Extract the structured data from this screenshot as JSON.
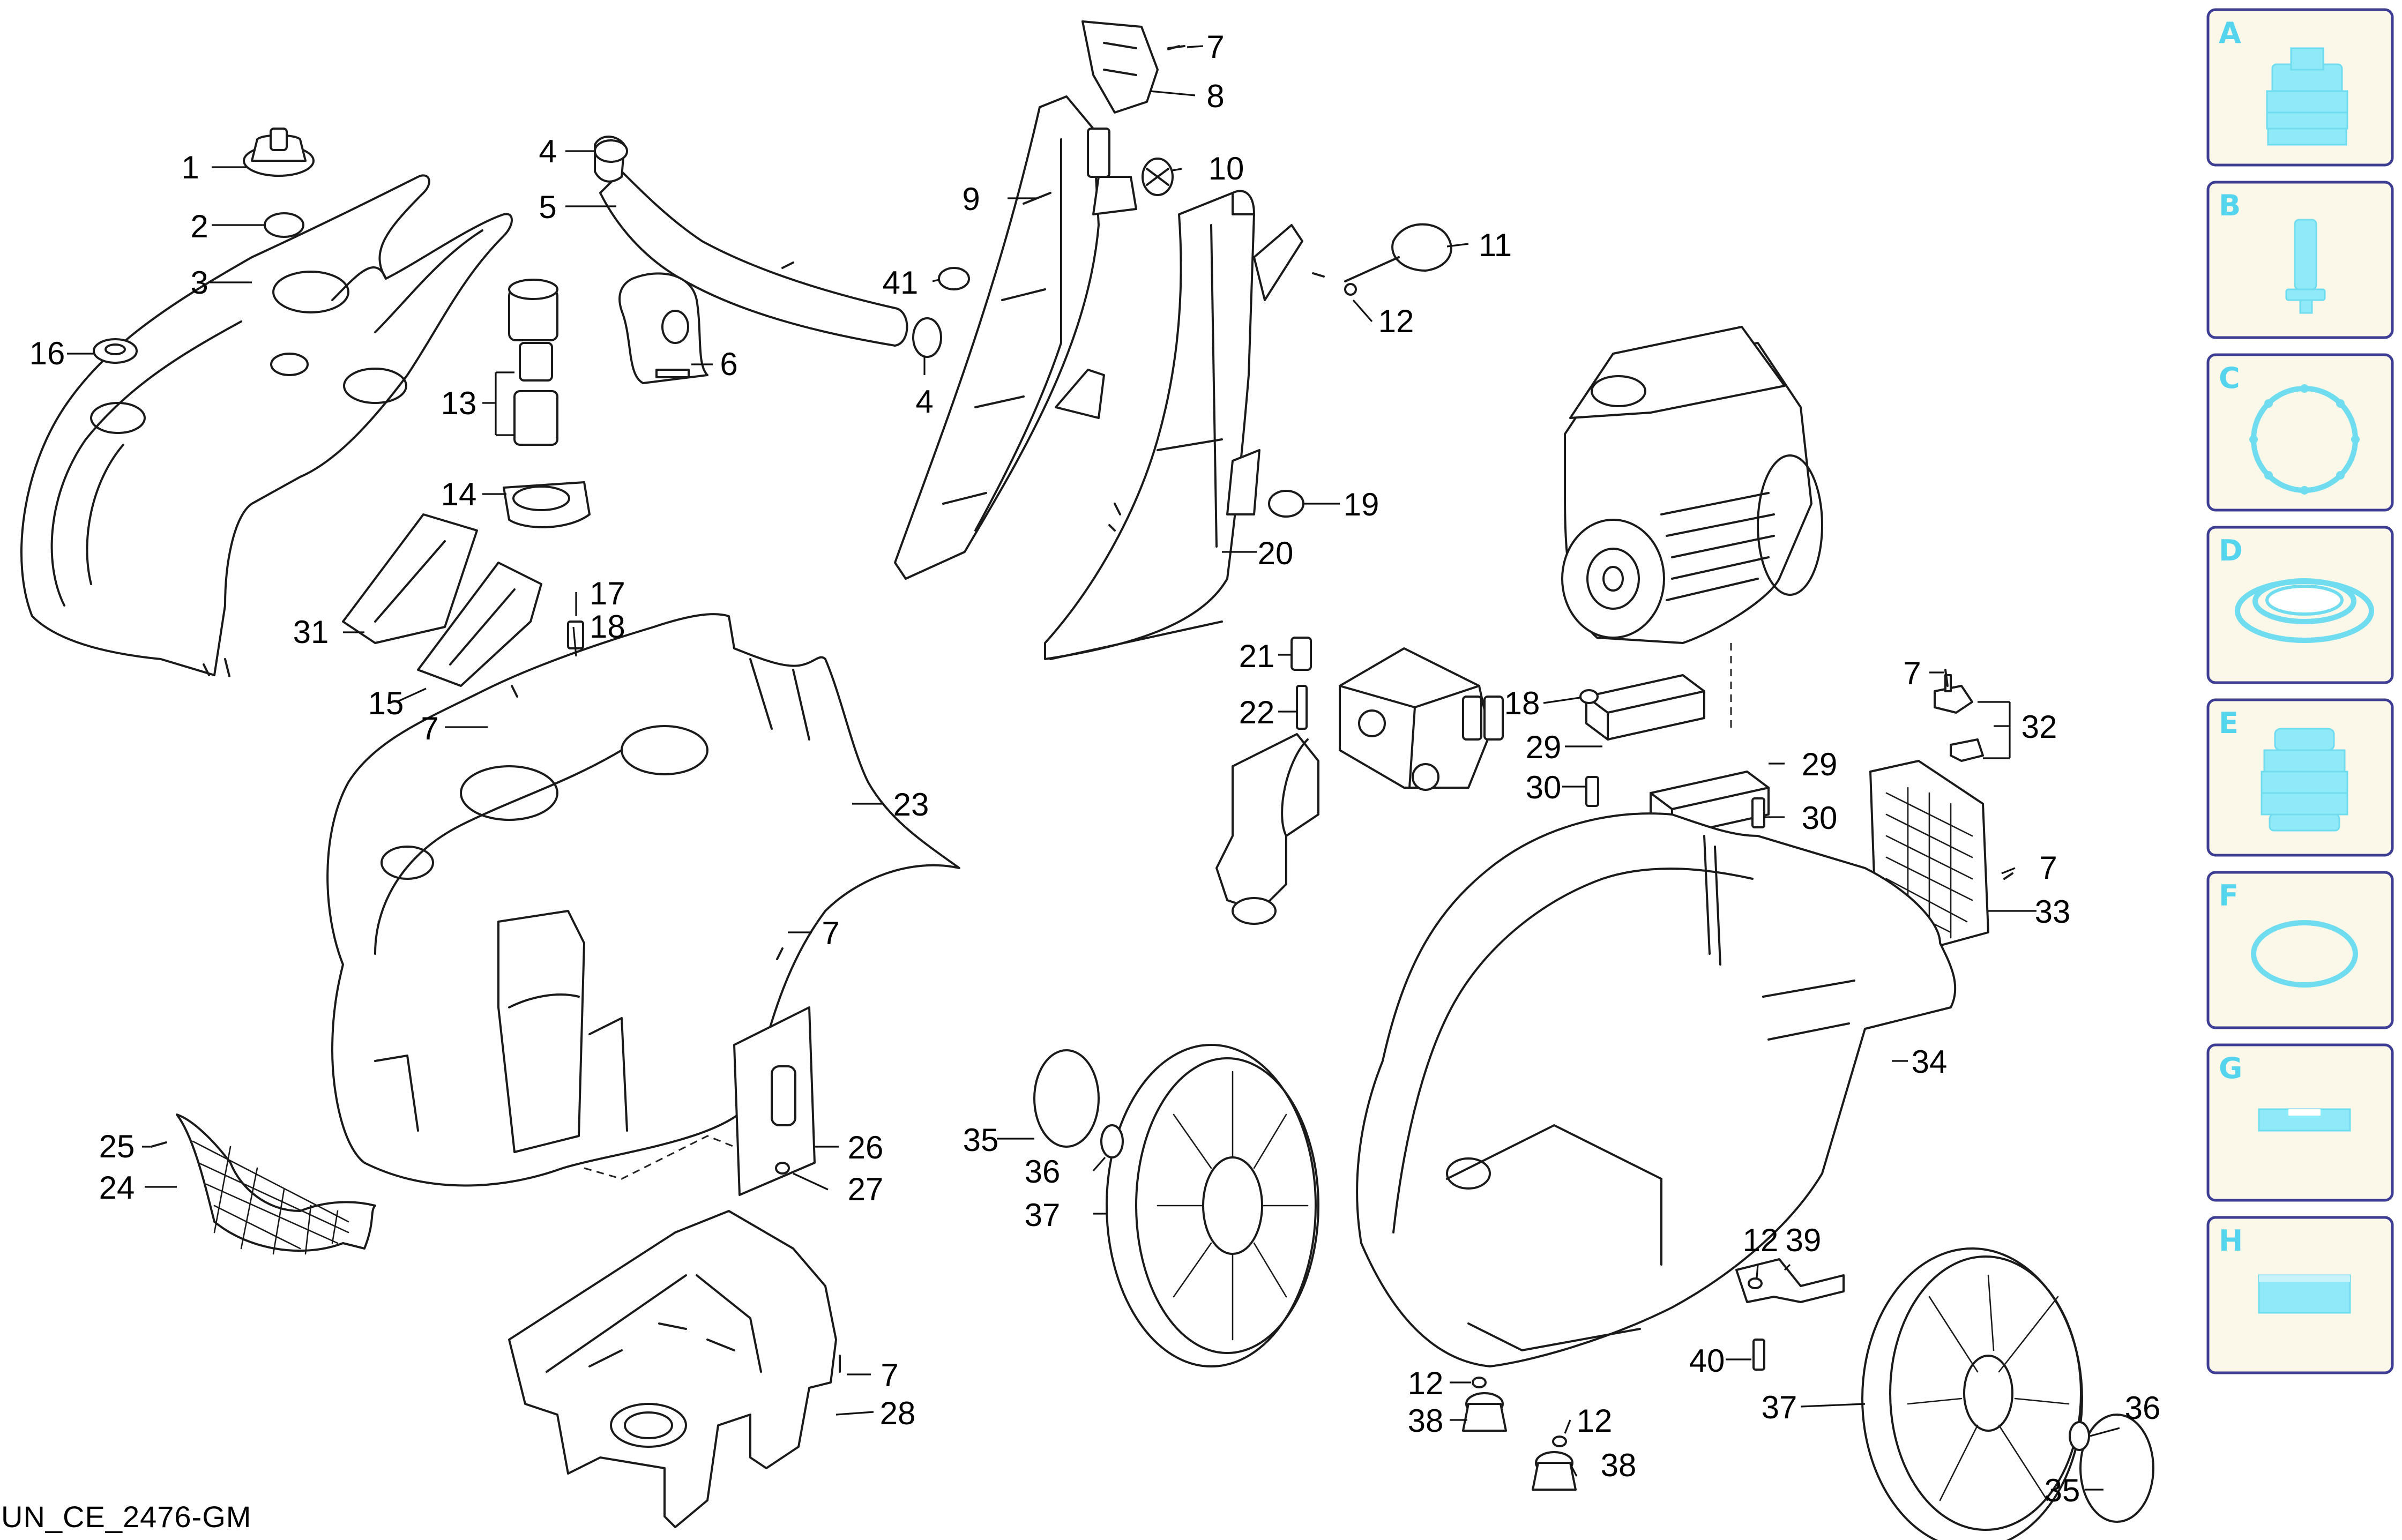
{
  "drawing_code": "UN_CE_2476-GM",
  "callouts": [
    {
      "id": "c1",
      "label": "1"
    },
    {
      "id": "c2",
      "label": "2"
    },
    {
      "id": "c3",
      "label": "3"
    },
    {
      "id": "c16",
      "label": "16"
    },
    {
      "id": "c4a",
      "label": "4"
    },
    {
      "id": "c5",
      "label": "5"
    },
    {
      "id": "c6",
      "label": "6"
    },
    {
      "id": "c4b",
      "label": "4"
    },
    {
      "id": "c13",
      "label": "13"
    },
    {
      "id": "c14",
      "label": "14"
    },
    {
      "id": "c17",
      "label": "17"
    },
    {
      "id": "c18a",
      "label": "18"
    },
    {
      "id": "c31",
      "label": "31"
    },
    {
      "id": "c15",
      "label": "15"
    },
    {
      "id": "c7a",
      "label": "7"
    },
    {
      "id": "c7b",
      "label": "7"
    },
    {
      "id": "c8",
      "label": "8"
    },
    {
      "id": "c10",
      "label": "10"
    },
    {
      "id": "c9",
      "label": "9"
    },
    {
      "id": "c41",
      "label": "41"
    },
    {
      "id": "c11",
      "label": "11"
    },
    {
      "id": "c12a",
      "label": "12"
    },
    {
      "id": "c19",
      "label": "19"
    },
    {
      "id": "c20",
      "label": "20"
    },
    {
      "id": "c23",
      "label": "23"
    },
    {
      "id": "c7c",
      "label": "7"
    },
    {
      "id": "c21",
      "label": "21"
    },
    {
      "id": "c22",
      "label": "22"
    },
    {
      "id": "c18b",
      "label": "18"
    },
    {
      "id": "c29a",
      "label": "29"
    },
    {
      "id": "c30a",
      "label": "30"
    },
    {
      "id": "c29b",
      "label": "29"
    },
    {
      "id": "c30b",
      "label": "30"
    },
    {
      "id": "c7d",
      "label": "7"
    },
    {
      "id": "c32",
      "label": "32"
    },
    {
      "id": "c7e",
      "label": "7"
    },
    {
      "id": "c33",
      "label": "33"
    },
    {
      "id": "c34",
      "label": "34"
    },
    {
      "id": "c25",
      "label": "25"
    },
    {
      "id": "c24",
      "label": "24"
    },
    {
      "id": "c26",
      "label": "26"
    },
    {
      "id": "c27",
      "label": "27"
    },
    {
      "id": "c35a",
      "label": "35"
    },
    {
      "id": "c36a",
      "label": "36"
    },
    {
      "id": "c37a",
      "label": "37"
    },
    {
      "id": "c7f",
      "label": "7"
    },
    {
      "id": "c28",
      "label": "28"
    },
    {
      "id": "c12b",
      "label": "12"
    },
    {
      "id": "c39",
      "label": "39"
    },
    {
      "id": "c40",
      "label": "40"
    },
    {
      "id": "c12c",
      "label": "12"
    },
    {
      "id": "c38a",
      "label": "38"
    },
    {
      "id": "c12d",
      "label": "12"
    },
    {
      "id": "c38b",
      "label": "38"
    },
    {
      "id": "c37b",
      "label": "37"
    },
    {
      "id": "c36b",
      "label": "36"
    },
    {
      "id": "c35b",
      "label": "35"
    }
  ],
  "legend": [
    {
      "letter": "A",
      "icon": "nozzle-pack-icon"
    },
    {
      "letter": "B",
      "icon": "spray-nozzle-icon"
    },
    {
      "letter": "C",
      "icon": "gasket-ring-icon"
    },
    {
      "letter": "D",
      "icon": "oil-seal-icon"
    },
    {
      "letter": "E",
      "icon": "valve-cartridge-icon"
    },
    {
      "letter": "F",
      "icon": "o-ring-icon"
    },
    {
      "letter": "G",
      "icon": "seal-strip-icon"
    },
    {
      "letter": "H",
      "icon": "filter-pad-icon"
    }
  ]
}
